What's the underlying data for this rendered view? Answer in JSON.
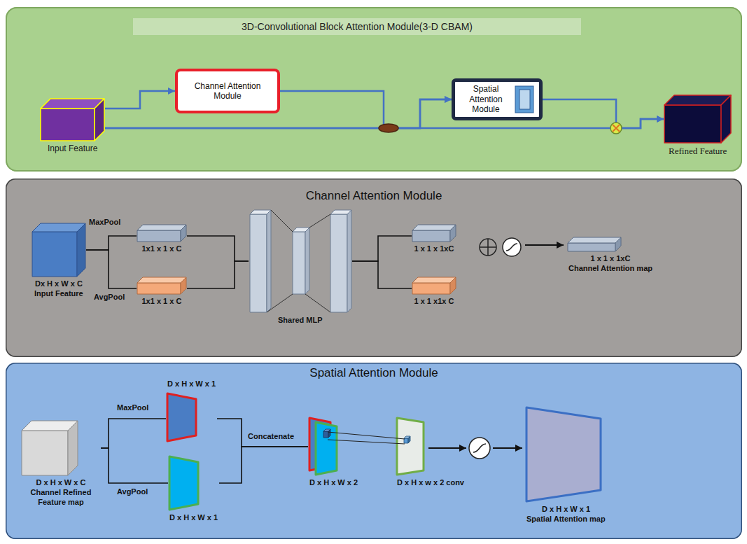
{
  "diagram": {
    "nodes": [
      {
        "text": [
          "3D-Convolutional Block Attention Module(3-D CBAM)"
        ]
      },
      {
        "text": [
          "Input Feature"
        ],
        "in": 0
      },
      {
        "text": [
          "Channel Attention Module"
        ],
        "in": 0
      },
      {
        "text": [
          "Spatial Attention Module"
        ],
        "in": 0
      },
      {
        "text": [
          "Refined Feature"
        ],
        "in": 0
      },
      {
        "text": [
          "Channel Attention Module"
        ]
      },
      {
        "text": [
          "Dx H x W x C",
          "Input Feature"
        ],
        "in": 5
      },
      {
        "text": [
          "1x1 x 1 x C"
        ],
        "in": 5
      },
      {
        "text": [
          "1x1 x 1 x C"
        ],
        "in": 5
      },
      {
        "text": [
          "Shared MLP"
        ],
        "in": 5
      },
      {
        "text": [
          "1 x 1 x 1xC"
        ],
        "in": 5
      },
      {
        "text": [
          "1 x 1 x1x C"
        ],
        "in": 5
      },
      {
        "text": [
          "1 x 1 x 1xC",
          "Channel Attention map"
        ],
        "in": 5
      },
      {
        "text": [
          "Spatial Attention Module"
        ]
      },
      {
        "text": [
          "D x H x W x C",
          "Channel Refined Feature map"
        ],
        "in": 13
      },
      {
        "text": [
          "D x H x W x 1"
        ],
        "in": 13
      },
      {
        "text": [
          "D x H x W x 1"
        ],
        "in": 13
      },
      {
        "text": [
          "D x H x W x 2"
        ],
        "in": 13
      },
      {
        "text": [
          "D x H x w x 2 conv"
        ],
        "in": 13
      },
      {
        "text": [
          "D x H x W x 1",
          "Spatial Attention map"
        ],
        "in": 13
      }
    ],
    "edges": [
      {
        "from": 1,
        "to": 2,
        "arrow": "to"
      },
      {
        "from": 2,
        "to": 3,
        "arrow": "to"
      },
      {
        "from": 1,
        "to": 3,
        "arrow": "to"
      },
      {
        "from": 3,
        "to": 4,
        "arrow": "to"
      },
      {
        "from": 1,
        "to": 4,
        "arrow": "to"
      },
      {
        "from": 6,
        "to": 7,
        "label": "MaxPool",
        "arrow": "none"
      },
      {
        "from": 6,
        "to": 8,
        "label": "AvgPool",
        "arrow": "none"
      },
      {
        "from": 7,
        "to": 9,
        "arrow": "none"
      },
      {
        "from": 8,
        "to": 9,
        "arrow": "none"
      },
      {
        "from": 9,
        "to": 10,
        "arrow": "none"
      },
      {
        "from": 9,
        "to": 11,
        "arrow": "none"
      },
      {
        "from": 14,
        "to": 15,
        "label": "MaxPool",
        "arrow": "none"
      },
      {
        "from": 14,
        "to": 16,
        "label": "AvgPool",
        "arrow": "none"
      },
      {
        "from": 15,
        "to": 17,
        "arrow": "none"
      },
      {
        "from": 16,
        "to": 17,
        "arrow": "none"
      }
    ],
    "labels": [
      "Concatenate"
    ]
  }
}
